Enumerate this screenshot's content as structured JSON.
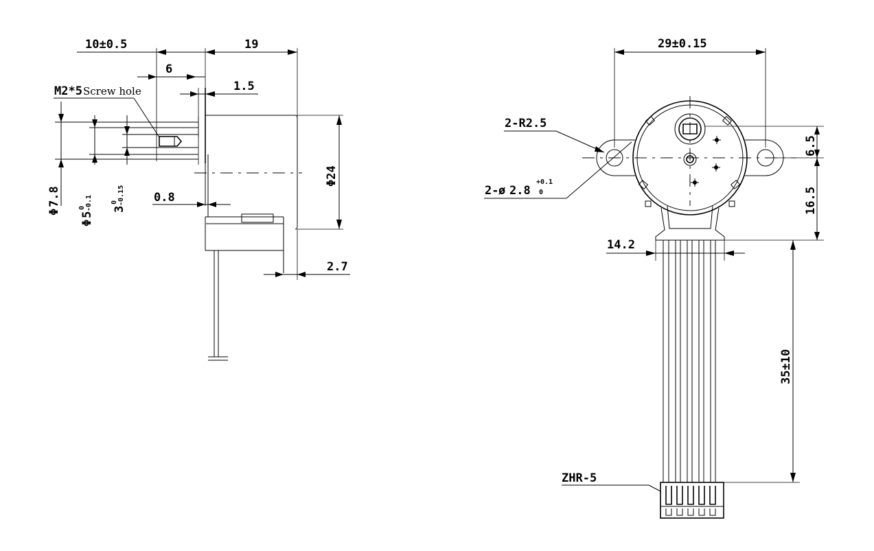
{
  "side_view": {
    "dim_shaft_length": "10±0.5",
    "dim_body_depth": "19",
    "dim_flat_length": "6",
    "dim_flange": "1.5",
    "screw_label_main": "M2*5",
    "screw_label_note": "Screw hole",
    "dim_boss_dia_prefix": "Φ",
    "dim_boss_dia": "7.8",
    "dim_shaft_dia_prefix": "Φ",
    "dim_shaft_dia": "5",
    "dim_shaft_tol_upper": "0",
    "dim_shaft_tol_lower": "-0.1",
    "dim_flat_width": "3",
    "dim_flat_tol_upper": "0",
    "dim_flat_tol_lower": "-0.15",
    "dim_plate": "0.8",
    "dim_body_dia": "Φ24",
    "dim_cover": "2.7"
  },
  "front_view": {
    "dim_mount_spacing": "29±0.15",
    "dim_ear_radius": "2-R2.5",
    "dim_hole_prefix": "2-",
    "dim_hole_symbol": "ø",
    "dim_hole_dia": "2.8",
    "dim_hole_tol_upper": "+0.1",
    "dim_hole_tol_lower": "0",
    "dim_shaft_offset": "6.5",
    "dim_center_to_bottom": "16.5",
    "dim_outlet_width": "14.2",
    "dim_lead_length": "35±10",
    "connector_label": "ZHR-5"
  }
}
